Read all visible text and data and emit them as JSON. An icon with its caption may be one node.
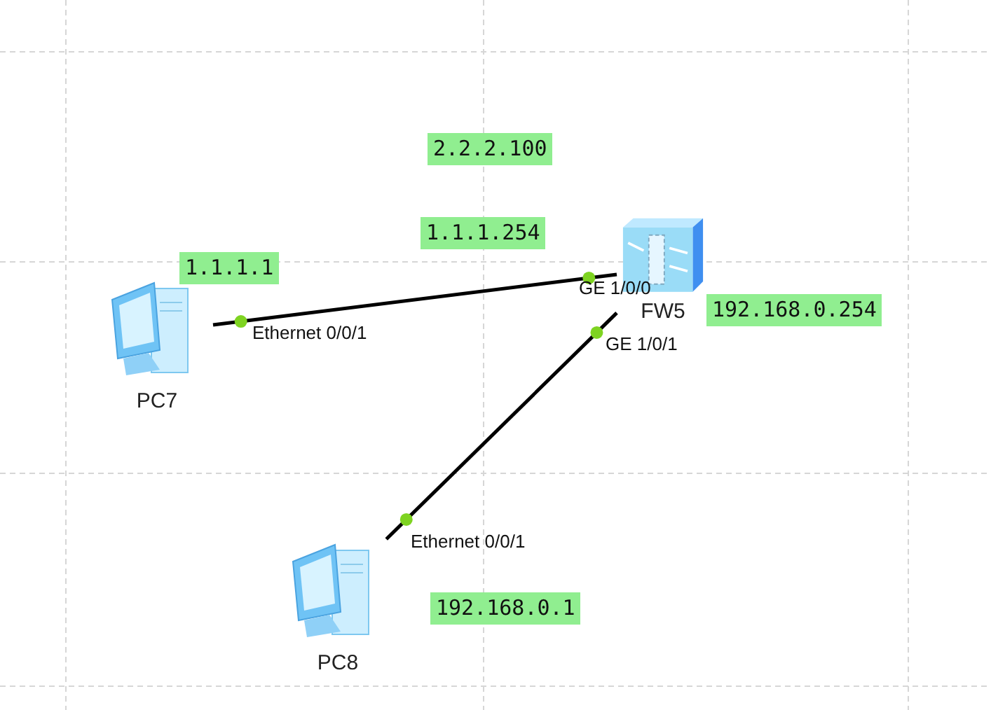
{
  "diagram": {
    "nodes": [
      {
        "text": [
          "PC7"
        ]
      },
      {
        "text": [
          "FW5"
        ]
      },
      {
        "text": [
          "PC8"
        ]
      }
    ],
    "edges": [
      {
        "from": 0,
        "to": 1,
        "arrow": "none"
      },
      {
        "from": 1,
        "to": 2,
        "arrow": "none"
      }
    ],
    "labels": [
      "2.2.2.100",
      "1.1.1.254",
      "1.1.1.1",
      "GE 1/0/0",
      "192.168.0.254",
      "Ethernet 0/0/1",
      "GE 1/0/1",
      "Ethernet 0/0/1",
      "192.168.0.1"
    ]
  }
}
